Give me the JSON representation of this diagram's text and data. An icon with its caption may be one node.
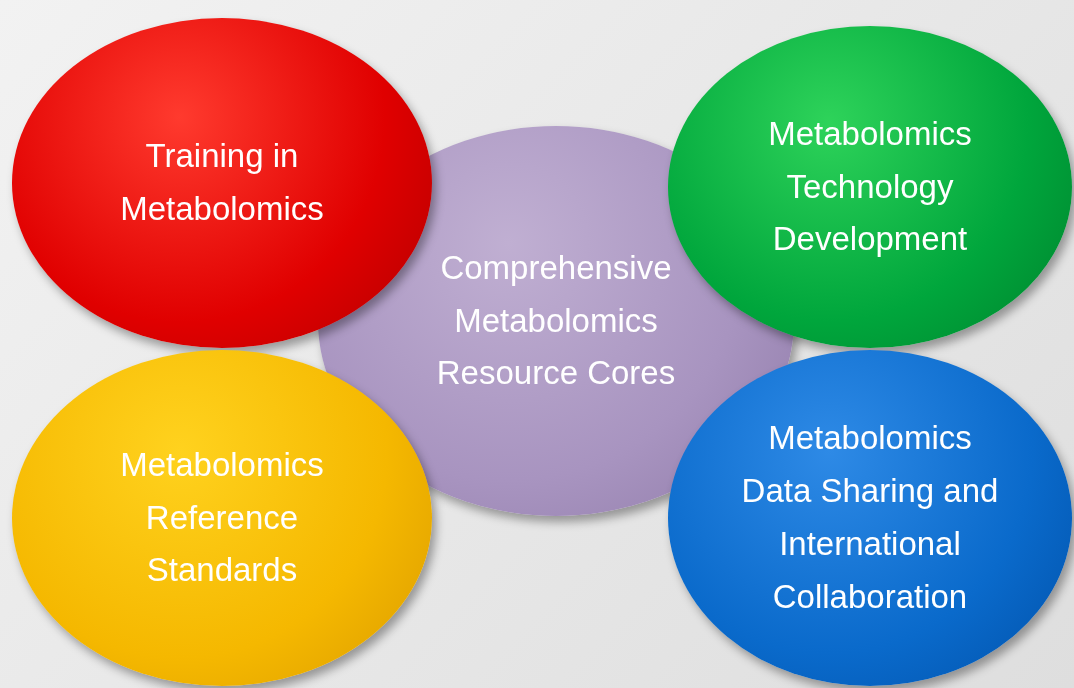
{
  "diagram": {
    "nodes": [
      {
        "text": [
          "Training in Metabolomics"
        ]
      },
      {
        "text": [
          "Metabolomics Technology Development"
        ]
      },
      {
        "text": [
          "Comprehensive Metabolomics Resource Cores"
        ]
      },
      {
        "text": [
          "Metabolomics Reference Standards"
        ]
      },
      {
        "text": [
          "Metabolomics Data Sharing and International Collaboration"
        ]
      }
    ]
  }
}
